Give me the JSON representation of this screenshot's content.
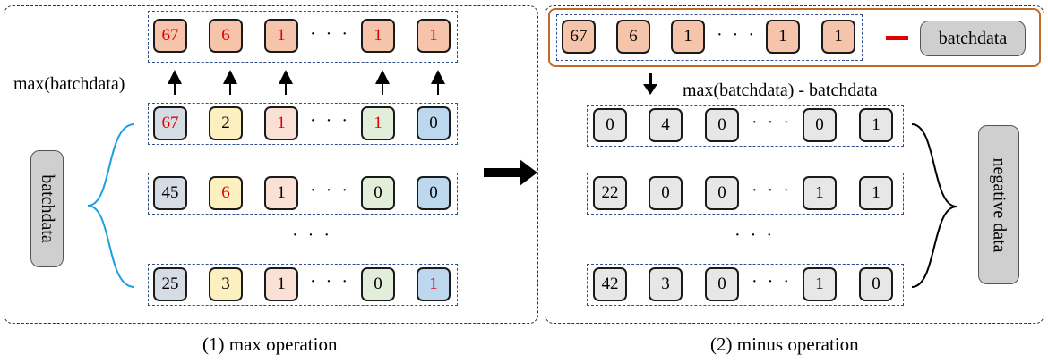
{
  "colors": {
    "peach": "#f6c4aa",
    "yellow": "#fcefc0",
    "pink": "#fbe0d6",
    "green": "#e2eed9",
    "blue": "#bdd7ee",
    "slate": "#d6dce4",
    "gray": "#e7e7e7",
    "red_text": "#e00000",
    "brace_blue": "#1ea0e0",
    "orange_border": "#c06a2a"
  },
  "left": {
    "max_row": [
      "67",
      "6",
      "1",
      "1",
      "1"
    ],
    "label": "max(batchdata)",
    "side_label": "batchdata",
    "rows": [
      [
        "67",
        "2",
        "1",
        "1",
        "0"
      ],
      [
        "45",
        "6",
        "1",
        "0",
        "0"
      ],
      [
        "25",
        "3",
        "1",
        "0",
        "1"
      ]
    ],
    "dots": "· · ·",
    "caption": "(1) max operation"
  },
  "right": {
    "max_row": [
      "67",
      "6",
      "1",
      "1",
      "1"
    ],
    "batchdata_label": "batchdata",
    "label": "max(batchdata) - batchdata",
    "side_label": "negative data",
    "rows": [
      [
        "0",
        "4",
        "0",
        "0",
        "1"
      ],
      [
        "22",
        "0",
        "0",
        "1",
        "1"
      ],
      [
        "42",
        "3",
        "0",
        "1",
        "0"
      ]
    ],
    "dots": "· · ·",
    "caption": "(2) minus operation"
  }
}
